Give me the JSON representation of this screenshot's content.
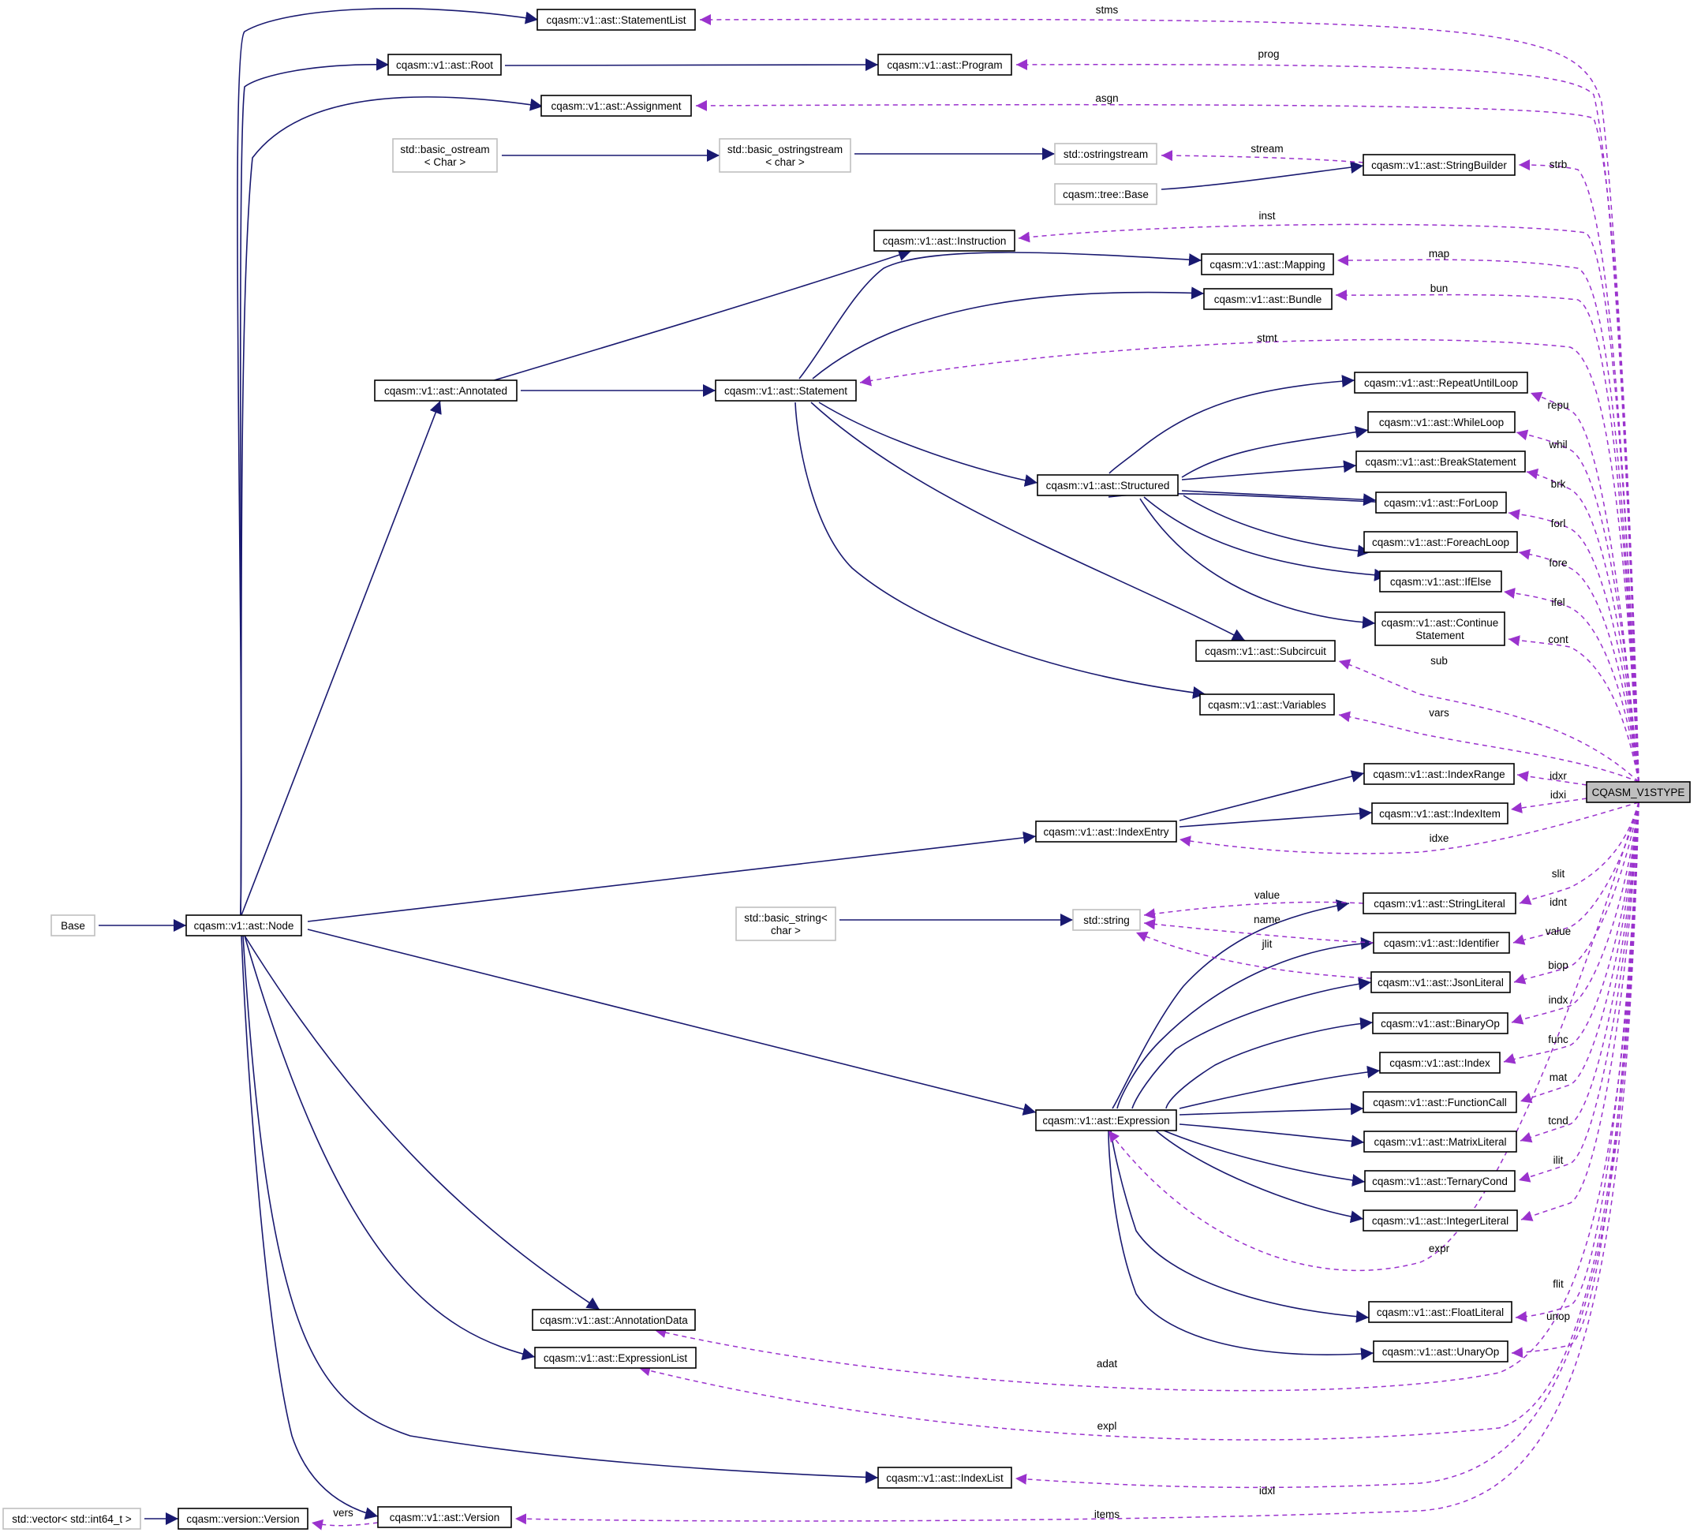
{
  "nodes": [
    {
      "id": "StatementList",
      "label": [
        "cqasm::v1::ast::StatementList"
      ],
      "style": "normal"
    },
    {
      "id": "Root",
      "label": [
        "cqasm::v1::ast::Root"
      ],
      "style": "normal"
    },
    {
      "id": "Program",
      "label": [
        "cqasm::v1::ast::Program"
      ],
      "style": "normal"
    },
    {
      "id": "Assignment",
      "label": [
        "cqasm::v1::ast::Assignment"
      ],
      "style": "normal"
    },
    {
      "id": "basic_ostream",
      "label": [
        "std::basic_ostream",
        "< Char >"
      ],
      "style": "ext"
    },
    {
      "id": "basic_ostringstream",
      "label": [
        "std::basic_ostringstream",
        "< char >"
      ],
      "style": "ext"
    },
    {
      "id": "ostringstream",
      "label": [
        "std::ostringstream"
      ],
      "style": "ext"
    },
    {
      "id": "StringBuilder",
      "label": [
        "cqasm::v1::ast::StringBuilder"
      ],
      "style": "normal"
    },
    {
      "id": "treeBase",
      "label": [
        "cqasm::tree::Base"
      ],
      "style": "ext"
    },
    {
      "id": "Instruction",
      "label": [
        "cqasm::v1::ast::Instruction"
      ],
      "style": "normal"
    },
    {
      "id": "Mapping",
      "label": [
        "cqasm::v1::ast::Mapping"
      ],
      "style": "normal"
    },
    {
      "id": "Bundle",
      "label": [
        "cqasm::v1::ast::Bundle"
      ],
      "style": "normal"
    },
    {
      "id": "Annotated",
      "label": [
        "cqasm::v1::ast::Annotated"
      ],
      "style": "normal"
    },
    {
      "id": "Statement",
      "label": [
        "cqasm::v1::ast::Statement"
      ],
      "style": "normal"
    },
    {
      "id": "RepeatUntilLoop",
      "label": [
        "cqasm::v1::ast::RepeatUntilLoop"
      ],
      "style": "normal"
    },
    {
      "id": "WhileLoop",
      "label": [
        "cqasm::v1::ast::WhileLoop"
      ],
      "style": "normal"
    },
    {
      "id": "BreakStatement",
      "label": [
        "cqasm::v1::ast::BreakStatement"
      ],
      "style": "normal"
    },
    {
      "id": "Structured",
      "label": [
        "cqasm::v1::ast::Structured"
      ],
      "style": "normal"
    },
    {
      "id": "ForLoop",
      "label": [
        "cqasm::v1::ast::ForLoop"
      ],
      "style": "normal"
    },
    {
      "id": "ForeachLoop",
      "label": [
        "cqasm::v1::ast::ForeachLoop"
      ],
      "style": "normal"
    },
    {
      "id": "IfElse",
      "label": [
        "cqasm::v1::ast::IfElse"
      ],
      "style": "normal"
    },
    {
      "id": "ContinueStatement",
      "label": [
        "cqasm::v1::ast::Continue",
        "Statement"
      ],
      "style": "normal"
    },
    {
      "id": "Subcircuit",
      "label": [
        "cqasm::v1::ast::Subcircuit"
      ],
      "style": "normal"
    },
    {
      "id": "Variables",
      "label": [
        "cqasm::v1::ast::Variables"
      ],
      "style": "normal"
    },
    {
      "id": "IndexRange",
      "label": [
        "cqasm::v1::ast::IndexRange"
      ],
      "style": "normal"
    },
    {
      "id": "CQASM_V1STYPE",
      "label": [
        "CQASM_V1STYPE"
      ],
      "style": "focus"
    },
    {
      "id": "IndexItem",
      "label": [
        "cqasm::v1::ast::IndexItem"
      ],
      "style": "normal"
    },
    {
      "id": "IndexEntry",
      "label": [
        "cqasm::v1::ast::IndexEntry"
      ],
      "style": "normal"
    },
    {
      "id": "Base",
      "label": [
        "Base"
      ],
      "style": "ext"
    },
    {
      "id": "Node",
      "label": [
        "cqasm::v1::ast::Node"
      ],
      "style": "normal"
    },
    {
      "id": "basic_string",
      "label": [
        "std::basic_string<",
        "char >"
      ],
      "style": "ext"
    },
    {
      "id": "string",
      "label": [
        "std::string"
      ],
      "style": "ext"
    },
    {
      "id": "StringLiteral",
      "label": [
        "cqasm::v1::ast::StringLiteral"
      ],
      "style": "normal"
    },
    {
      "id": "Identifier",
      "label": [
        "cqasm::v1::ast::Identifier"
      ],
      "style": "normal"
    },
    {
      "id": "JsonLiteral",
      "label": [
        "cqasm::v1::ast::JsonLiteral"
      ],
      "style": "normal"
    },
    {
      "id": "BinaryOp",
      "label": [
        "cqasm::v1::ast::BinaryOp"
      ],
      "style": "normal"
    },
    {
      "id": "Index",
      "label": [
        "cqasm::v1::ast::Index"
      ],
      "style": "normal"
    },
    {
      "id": "FunctionCall",
      "label": [
        "cqasm::v1::ast::FunctionCall"
      ],
      "style": "normal"
    },
    {
      "id": "Expression",
      "label": [
        "cqasm::v1::ast::Expression"
      ],
      "style": "normal"
    },
    {
      "id": "MatrixLiteral",
      "label": [
        "cqasm::v1::ast::MatrixLiteral"
      ],
      "style": "normal"
    },
    {
      "id": "TernaryCond",
      "label": [
        "cqasm::v1::ast::TernaryCond"
      ],
      "style": "normal"
    },
    {
      "id": "IntegerLiteral",
      "label": [
        "cqasm::v1::ast::IntegerLiteral"
      ],
      "style": "normal"
    },
    {
      "id": "FloatLiteral",
      "label": [
        "cqasm::v1::ast::FloatLiteral"
      ],
      "style": "normal"
    },
    {
      "id": "AnnotationData",
      "label": [
        "cqasm::v1::ast::AnnotationData"
      ],
      "style": "normal"
    },
    {
      "id": "ExpressionList",
      "label": [
        "cqasm::v1::ast::ExpressionList"
      ],
      "style": "normal"
    },
    {
      "id": "UnaryOp",
      "label": [
        "cqasm::v1::ast::UnaryOp"
      ],
      "style": "normal"
    },
    {
      "id": "IndexList",
      "label": [
        "cqasm::v1::ast::IndexList"
      ],
      "style": "normal"
    },
    {
      "id": "vector",
      "label": [
        "std::vector< std::int64_t >"
      ],
      "style": "ext"
    },
    {
      "id": "Version",
      "label": [
        "cqasm::version::Version"
      ],
      "style": "normal"
    },
    {
      "id": "astVersion",
      "label": [
        "cqasm::v1::ast::Version"
      ],
      "style": "normal"
    }
  ],
  "edge_labels": [
    "stms",
    "prog",
    "asgn",
    "stream",
    "strb",
    "inst",
    "map",
    "bun",
    "stmt",
    "repu",
    "whil",
    "brk",
    "forl",
    "fore",
    "ifel",
    "cont",
    "sub",
    "vars",
    "idxr",
    "idxi",
    "idxe",
    "slit",
    "value",
    "idnt",
    "name",
    "value",
    "jlit",
    "biop",
    "indx",
    "func",
    "mat",
    "tcnd",
    "ilit",
    "expr",
    "flit",
    "unop",
    "adat",
    "expl",
    "idxl",
    "items",
    "vers"
  ],
  "colors": {
    "inheritance": "#191970",
    "usage": "#9a32cd",
    "node_border": "#000000",
    "external_border": "#bfbfbf",
    "focus_fill": "#bfbfbf"
  }
}
